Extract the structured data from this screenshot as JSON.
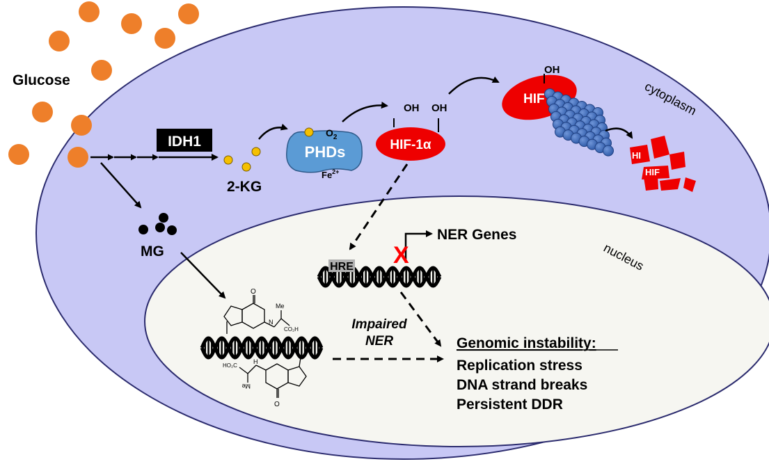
{
  "labels": {
    "glucose": "Glucose",
    "cytoplasm": "cytoplasm",
    "nucleus": "nucleus",
    "idh1": "IDH1",
    "two_kg": "2-KG",
    "phds": "PHDs",
    "o2_base": "O",
    "o2_sub": "2",
    "fe_base": "Fe",
    "fe_sup": "2+",
    "oh": "OH",
    "hif1a": "HIF-1α",
    "hif_fragment": "HIF",
    "hif_frag_small": "HI",
    "mg": "MG",
    "ner_genes": "NER Genes",
    "hre": "HRE",
    "blocked_mark": "X",
    "impaired_line1": "Impaired",
    "impaired_line2": "NER",
    "genomic_title": "Genomic instability:",
    "outcome_1": "Replication stress",
    "outcome_2": "DNA strand breaks",
    "outcome_3": "Persistent DDR"
  },
  "colors": {
    "cell": "#c8c8f5",
    "nucleus": "#f5f5f0",
    "glucose": "#ee7f2a",
    "phd": "#5b9bd5",
    "hif": "#ee0000",
    "proteasome": "#4472c4",
    "dot_yellow": "#f5c000"
  },
  "adduct_labels": {
    "o": "O",
    "nh": "N",
    "hn": "H",
    "me": "Me",
    "co2h": "CO₂H",
    "ho2c": "HO₂C"
  }
}
